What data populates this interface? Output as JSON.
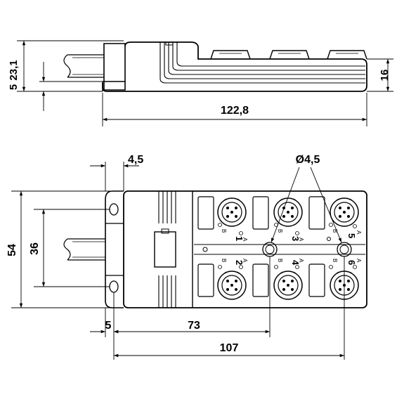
{
  "side_view": {
    "dim_height_total": "23,1",
    "dim_height_base": "5",
    "dim_height_right": "16",
    "dim_length": "122,8"
  },
  "top_view": {
    "dim_hole_offset": "4,5",
    "dim_hole_diameter": "Ø4,5",
    "dim_width": "54",
    "dim_hole_spacing": "36",
    "dim_edge_offset": "5",
    "dim_mid_length": "73",
    "dim_hole_length": "107"
  },
  "ports": [
    {
      "number": "1",
      "label_a": "A",
      "label_b": "B"
    },
    {
      "number": "2",
      "label_a": "A",
      "label_b": "B"
    },
    {
      "number": "3",
      "label_a": "A",
      "label_b": "B"
    },
    {
      "number": "4",
      "label_a": "A",
      "label_b": "B"
    },
    {
      "number": "5",
      "label_a": "A",
      "label_b": "B"
    },
    {
      "number": "6",
      "label_a": "A",
      "label_b": "B"
    }
  ],
  "colors": {
    "line": "#000000",
    "body_fill": "#ffffff",
    "cable_fill": "#ffffff"
  }
}
